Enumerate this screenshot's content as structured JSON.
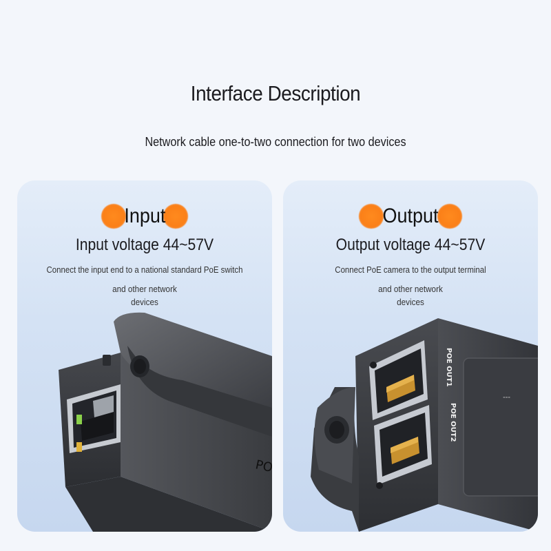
{
  "header": {
    "title": "Interface Description",
    "subtitle": "Network cable one-to-two connection for two devices"
  },
  "input_card": {
    "label": "Input",
    "voltage": "Input voltage 44~57V",
    "description_line1": "Connect the input end to a national standard PoE switch",
    "description_line2": "and other network",
    "description_line3": "devices",
    "device_marking": "PO"
  },
  "output_card": {
    "label": "Output",
    "voltage": "Output voltage 44~57V",
    "description_line1": "Connect PoE camera to the output terminal",
    "description_line2": "and other network",
    "description_line3": "devices",
    "port1_label": "POE OUT1",
    "port2_label": "POE OUT2"
  },
  "colors": {
    "accent_orange": "#fb8018",
    "card_background": "#d4e2f4",
    "page_background": "#f3f6fb",
    "device_body": "#3e4045",
    "port_led": "#8bd14a"
  }
}
